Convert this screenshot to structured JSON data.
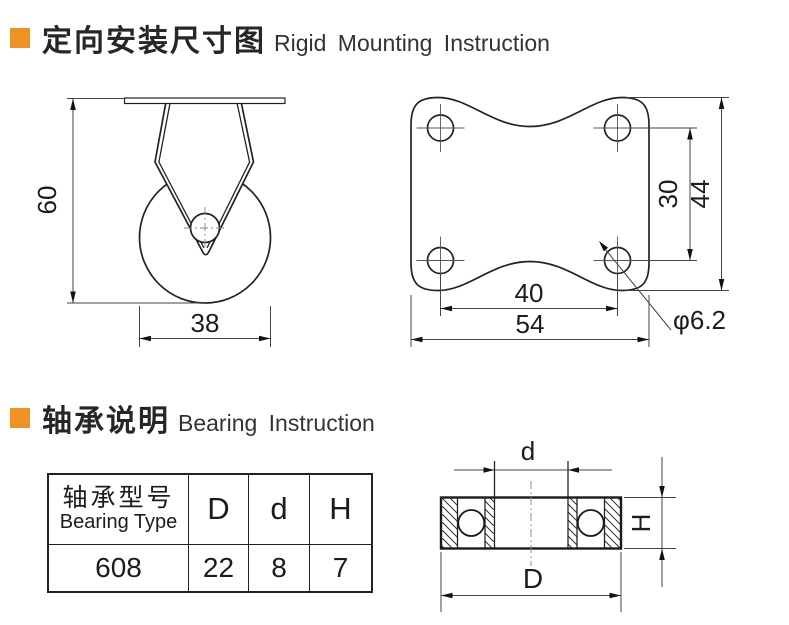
{
  "page": {
    "background": "#ffffff",
    "accent_orange": "#ef9224",
    "line_color": "#222222"
  },
  "sections": {
    "mounting": {
      "title_zh": "定向安装尺寸图",
      "title_en": "Rigid Mounting Instruction"
    },
    "bearing": {
      "title_zh": "轴承说明",
      "title_en": "Bearing Instruction"
    }
  },
  "caster_drawing": {
    "overall_height": "60",
    "wheel_diameter": "38"
  },
  "plate_drawing": {
    "hole_pitch_vertical": "30",
    "plate_height": "44",
    "hole_pitch_horizontal": "40",
    "plate_width": "54",
    "hole_diameter": "φ6.2"
  },
  "bearing_drawing": {
    "inner_diameter_label": "d",
    "outer_diameter_label": "D",
    "height_label": "H"
  },
  "bearing_table": {
    "headers": {
      "type_zh": "轴承型号",
      "type_en": "Bearing Type",
      "outer": "D",
      "inner": "d",
      "height": "H"
    },
    "row": {
      "type": "608",
      "outer": "22",
      "inner": "8",
      "height": "7"
    }
  }
}
